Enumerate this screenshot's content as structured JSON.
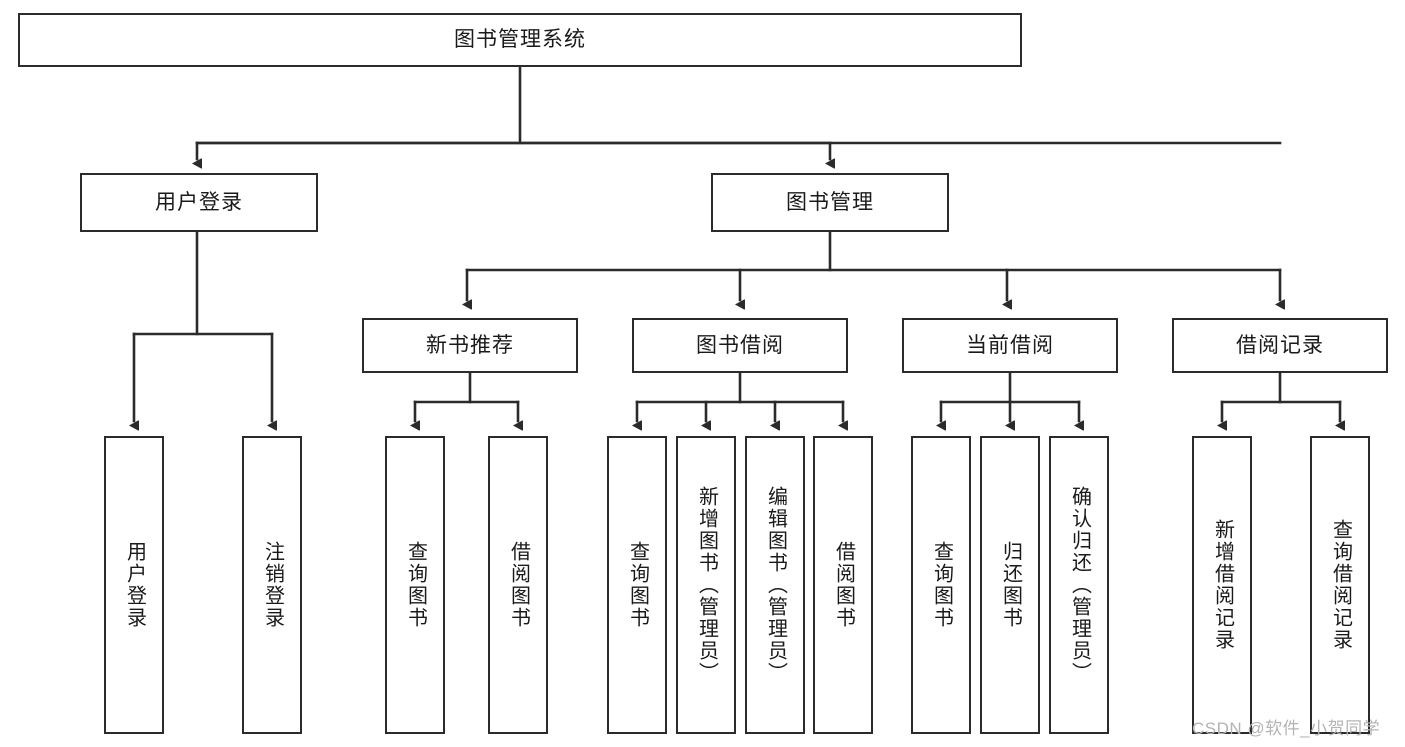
{
  "diagram": {
    "title": "图书管理系统",
    "type": "tree-hierarchy-diagram",
    "root": {
      "label": "图书管理系统"
    },
    "level2": [
      {
        "label": "用户登录"
      },
      {
        "label": "图书管理"
      }
    ],
    "level3": [
      {
        "label": "新书推荐"
      },
      {
        "label": "图书借阅"
      },
      {
        "label": "当前借阅"
      },
      {
        "label": "借阅记录"
      }
    ],
    "leaves": {
      "user_login": [
        {
          "label": "用户登录"
        },
        {
          "label": "注销登录"
        }
      ],
      "new_book_recommend": [
        {
          "label": "查询图书"
        },
        {
          "label": "借阅图书"
        }
      ],
      "book_borrow": [
        {
          "label": "查询图书"
        },
        {
          "label": "新增图书（管理员）"
        },
        {
          "label": "编辑图书（管理员）"
        },
        {
          "label": "借阅图书"
        }
      ],
      "current_borrow": [
        {
          "label": "查询图书"
        },
        {
          "label": "归还图书"
        },
        {
          "label": "确认归还（管理员）"
        }
      ],
      "borrow_record": [
        {
          "label": "新增借阅记录"
        },
        {
          "label": "查询借阅记录"
        }
      ]
    }
  },
  "watermark": {
    "text": "CSDN @软件_小贺同学"
  },
  "colors": {
    "stroke": "#2b2b2b",
    "fill": "#ffffff",
    "text": "#1a1a1a",
    "watermark": "#b4b4b4"
  }
}
